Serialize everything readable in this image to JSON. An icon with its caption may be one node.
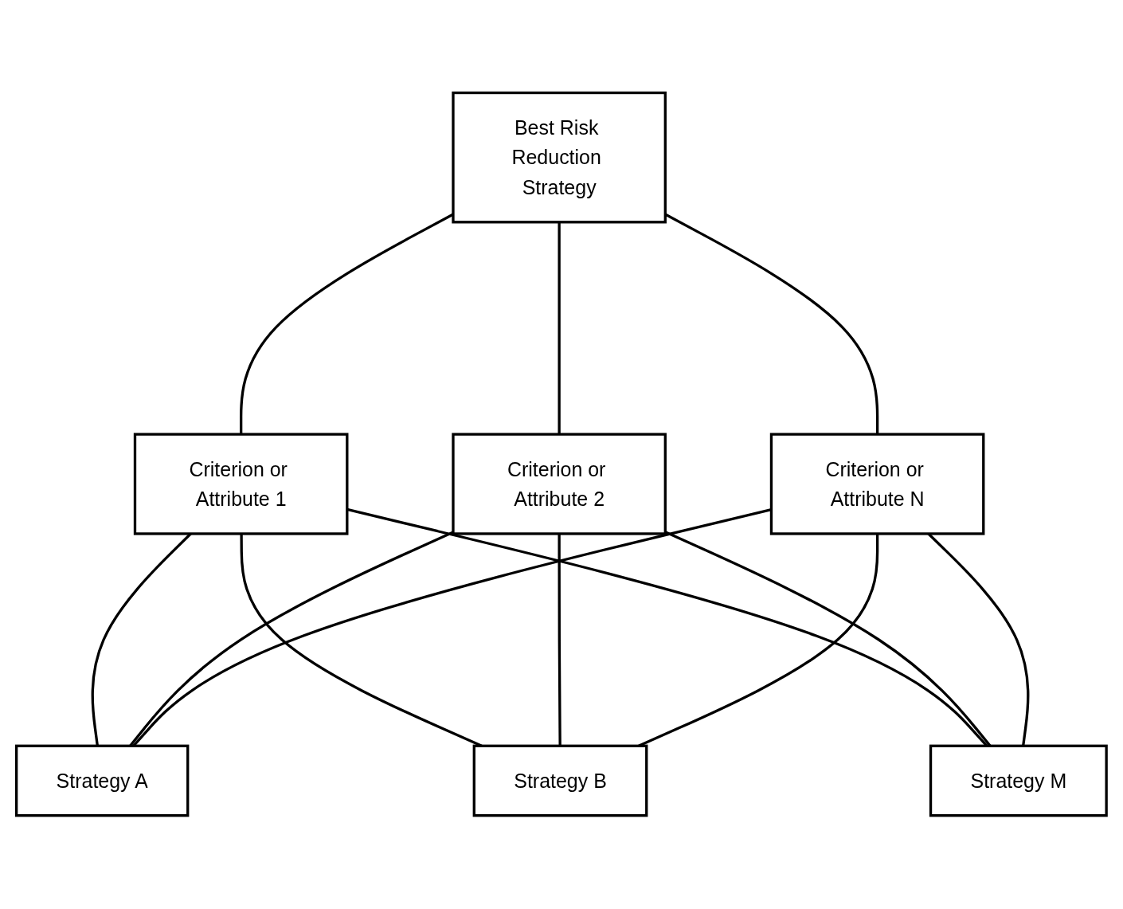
{
  "diagram": {
    "nodes": [
      {
        "text": [
          "Best Risk Reduction Strategy"
        ]
      },
      {
        "text": [
          "Criterion or Attribute 1"
        ]
      },
      {
        "text": [
          "Criterion or Attribute 2"
        ]
      },
      {
        "text": [
          "Criterion or Attribute N"
        ]
      },
      {
        "text": [
          "Strategy A"
        ]
      },
      {
        "text": [
          "Strategy B"
        ]
      },
      {
        "text": [
          "Strategy M"
        ]
      }
    ],
    "edges": [
      {
        "from": 0,
        "to": 1,
        "arrow": "none"
      },
      {
        "from": 0,
        "to": 2,
        "arrow": "none"
      },
      {
        "from": 0,
        "to": 3,
        "arrow": "none"
      },
      {
        "from": 1,
        "to": 4,
        "arrow": "none"
      },
      {
        "from": 1,
        "to": 5,
        "arrow": "none"
      },
      {
        "from": 1,
        "to": 6,
        "arrow": "none"
      },
      {
        "from": 2,
        "to": 4,
        "arrow": "none"
      },
      {
        "from": 2,
        "to": 5,
        "arrow": "none"
      },
      {
        "from": 2,
        "to": 6,
        "arrow": "none"
      },
      {
        "from": 3,
        "to": 4,
        "arrow": "none"
      },
      {
        "from": 3,
        "to": 5,
        "arrow": "none"
      },
      {
        "from": 3,
        "to": 6,
        "arrow": "none"
      }
    ]
  }
}
